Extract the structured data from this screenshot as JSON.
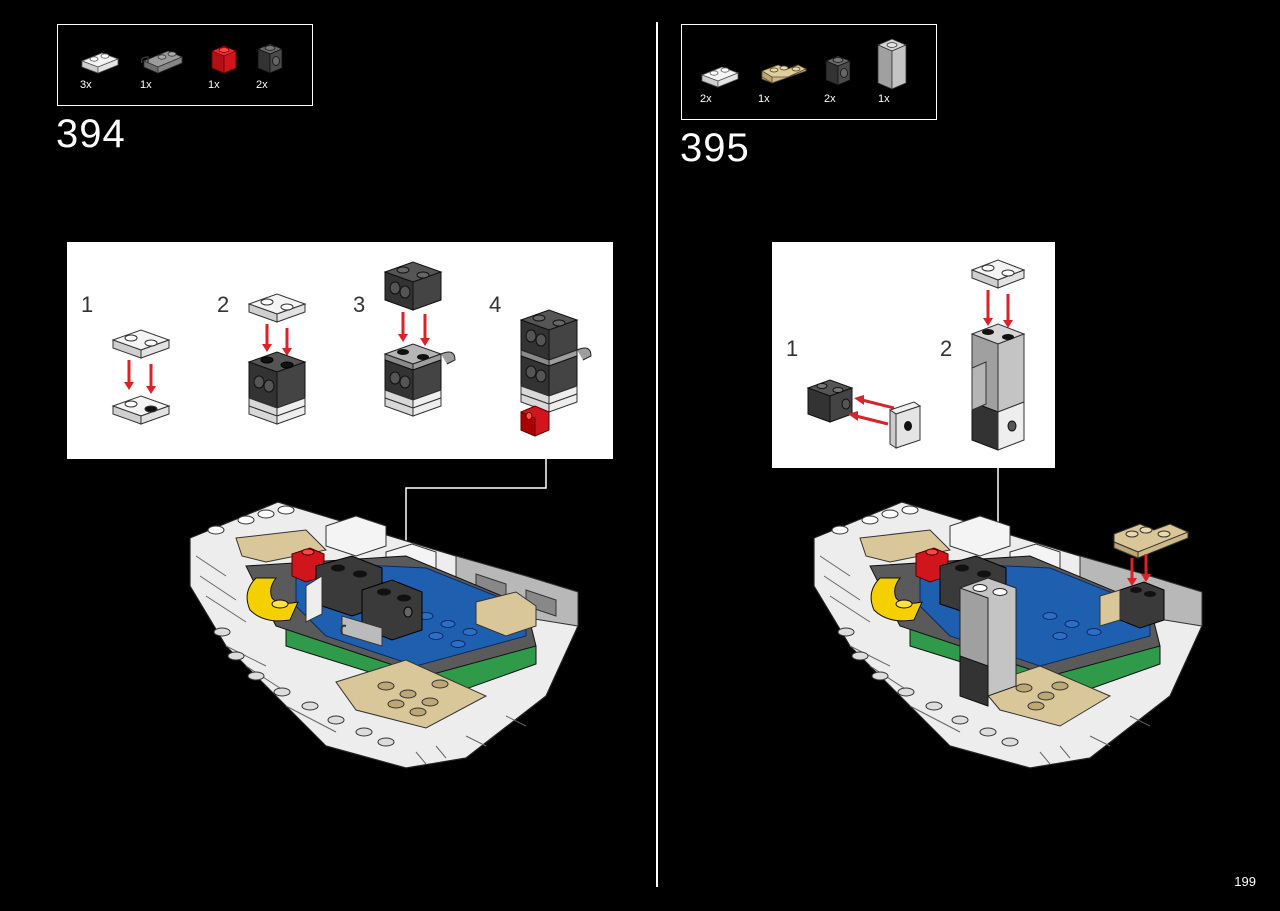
{
  "steps": [
    {
      "number": "394",
      "parts": [
        {
          "icon": "white-plate-1x2-icon",
          "qty": "3x"
        },
        {
          "icon": "gray-plate-with-clip-icon",
          "qty": "1x"
        },
        {
          "icon": "red-brick-1x1-icon",
          "qty": "1x"
        },
        {
          "icon": "dark-gray-brick-1x1-side-stud-icon",
          "qty": "2x"
        }
      ],
      "substeps": [
        "1",
        "2",
        "3",
        "4"
      ]
    },
    {
      "number": "395",
      "parts": [
        {
          "icon": "white-plate-1x2-icon",
          "qty": "2x"
        },
        {
          "icon": "tan-corner-plate-icon",
          "qty": "1x"
        },
        {
          "icon": "dark-gray-brick-1x1-side-stud-icon",
          "qty": "2x"
        },
        {
          "icon": "light-gray-panel-icon",
          "qty": "1x"
        }
      ],
      "substeps": [
        "1",
        "2"
      ]
    }
  ],
  "page_number": "199",
  "colors": {
    "background": "#000000",
    "arrow": "#d9222a",
    "white_brick": "#f2f2f2",
    "dark_gray": "#3a3a3a",
    "light_gray": "#a0a0a0",
    "red": "#d0151c",
    "tan": "#d9c79a",
    "blue": "#1f5fb0",
    "green": "#2e9a4a",
    "yellow": "#f5d000"
  }
}
